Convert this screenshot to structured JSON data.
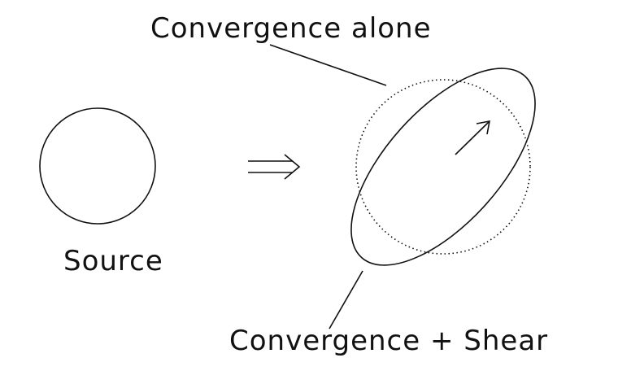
{
  "labels": {
    "source": "Source",
    "convergence_alone": "Convergence alone",
    "convergence_shear": "Convergence + Shear"
  },
  "colors": {
    "ink": "#111111",
    "background": "#ffffff"
  },
  "icons": {
    "transform_arrow": "double-right-arrow",
    "shear_direction": "diagonal-arrow"
  }
}
